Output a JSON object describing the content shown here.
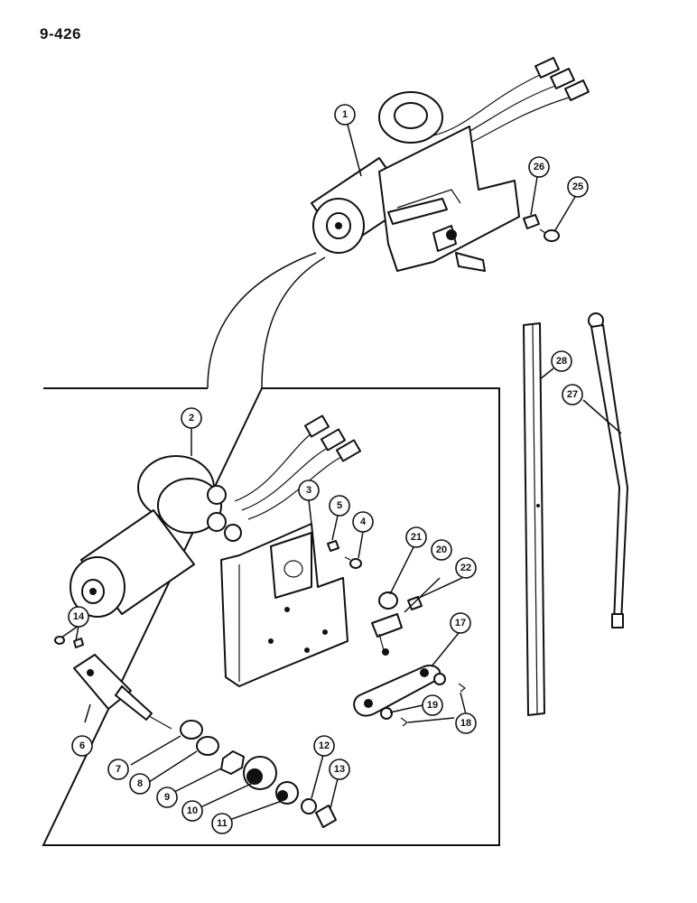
{
  "page": {
    "number": "9-426"
  },
  "callouts": {
    "c1": "1",
    "c2": "2",
    "c3": "3",
    "c4": "4",
    "c5": "5",
    "c6": "6",
    "c7": "7",
    "c8": "8",
    "c9": "9",
    "c10": "10",
    "c11": "11",
    "c12": "12",
    "c13": "13",
    "c14": "14",
    "c17": "17",
    "c18": "18",
    "c19": "19",
    "c20": "20",
    "c21": "21",
    "c22": "22",
    "c25": "25",
    "c26": "26",
    "c27": "27",
    "c28": "28"
  }
}
